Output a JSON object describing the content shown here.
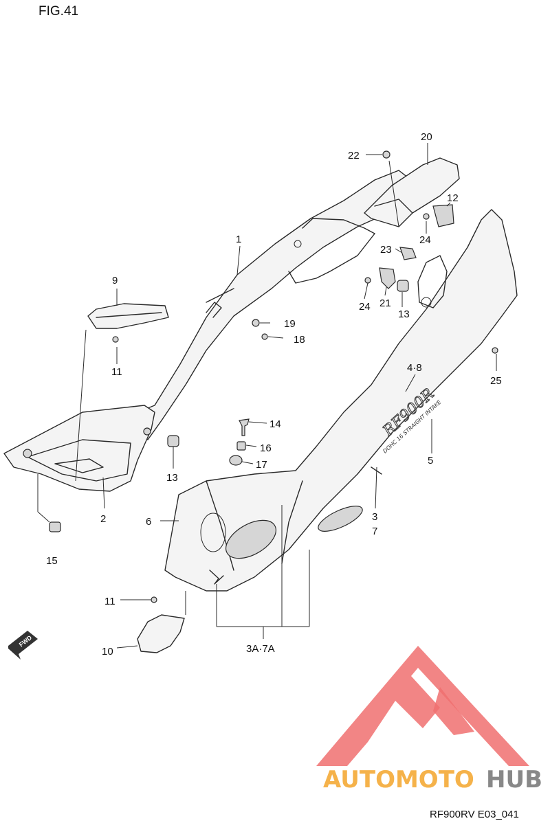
{
  "figure": {
    "title": "FIG.41",
    "code": "RF900RV E03_041"
  },
  "callouts": {
    "c1": "1",
    "c2": "2",
    "c3": "3",
    "c7": "7",
    "c3_7a": "3A·7A",
    "c4_8": "4·8",
    "c5": "5",
    "c6": "6",
    "c9": "9",
    "c10": "10",
    "c11a": "11",
    "c11b": "11",
    "c12": "12",
    "c13a": "13",
    "c13b": "13",
    "c14": "14",
    "c15": "15",
    "c16": "16",
    "c17": "17",
    "c18": "18",
    "c19": "19",
    "c20": "20",
    "c21": "21",
    "c22": "22",
    "c23": "23",
    "c24a": "24",
    "c24b": "24",
    "c25": "25"
  },
  "graphics": {
    "fwd_arrow": "FWD",
    "cowl_script": "RF900R",
    "cowl_small": "DOHC 16 STRAIGHT INTAKE"
  },
  "watermark": {
    "part1": "AUTOMOTO",
    "part2": "HUB",
    "color_red": "#f07070",
    "color_orange": "#f5b24a",
    "color_gray": "#888888"
  }
}
